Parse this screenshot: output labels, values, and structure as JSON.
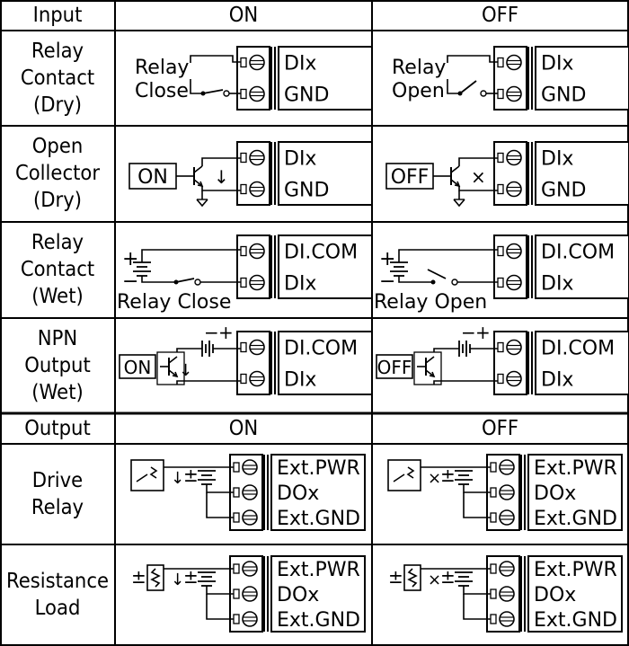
{
  "header": {
    "input": "Input",
    "on": "ON",
    "off": "OFF"
  },
  "rows": [
    {
      "name": "Relay Contact (Dry)",
      "lines": [
        "Relay",
        "Contact",
        "(Dry)"
      ],
      "on": {
        "note_a": "Relay",
        "note_b": "Close",
        "terms": [
          "DIx",
          "GND"
        ]
      },
      "off": {
        "note_a": "Relay",
        "note_b": "Open",
        "terms": [
          "DIx",
          "GND"
        ]
      }
    },
    {
      "name": "Open Collector (Dry)",
      "lines": [
        "Open",
        "Collector",
        "(Dry)"
      ],
      "on": {
        "state": "ON",
        "terms": [
          "DIx",
          "GND"
        ]
      },
      "off": {
        "state": "OFF",
        "terms": [
          "DIx",
          "GND"
        ]
      }
    },
    {
      "name": "Relay Contact (Wet)",
      "lines": [
        "Relay",
        "Contact",
        "(Wet)"
      ],
      "on": {
        "note": "Relay Close",
        "terms": [
          "DI.COM",
          "DIx"
        ]
      },
      "off": {
        "note": "Relay Open",
        "terms": [
          "DI.COM",
          "DIx"
        ]
      }
    },
    {
      "name": "NPN Output (Wet)",
      "lines": [
        "NPN",
        "Output",
        "(Wet)"
      ],
      "on": {
        "state": "ON",
        "terms": [
          "DI.COM",
          "DIx"
        ]
      },
      "off": {
        "state": "OFF",
        "terms": [
          "DI.COM",
          "DIx"
        ]
      }
    }
  ],
  "output_header": {
    "output": "Output",
    "on": "ON",
    "off": "OFF"
  },
  "out_rows": [
    {
      "name": "Drive Relay",
      "lines": [
        "Drive",
        "Relay"
      ],
      "terms": [
        "Ext.PWR",
        "DOx",
        "Ext.GND"
      ]
    },
    {
      "name": "Resistance Load",
      "lines": [
        "Resistance",
        "Load"
      ],
      "terms": [
        "Ext.PWR",
        "DOx",
        "Ext.GND"
      ]
    }
  ],
  "symbols": {
    "plus": "+",
    "minus": "−",
    "plus_minus": "±",
    "arrow": "↓",
    "cross": "×"
  }
}
